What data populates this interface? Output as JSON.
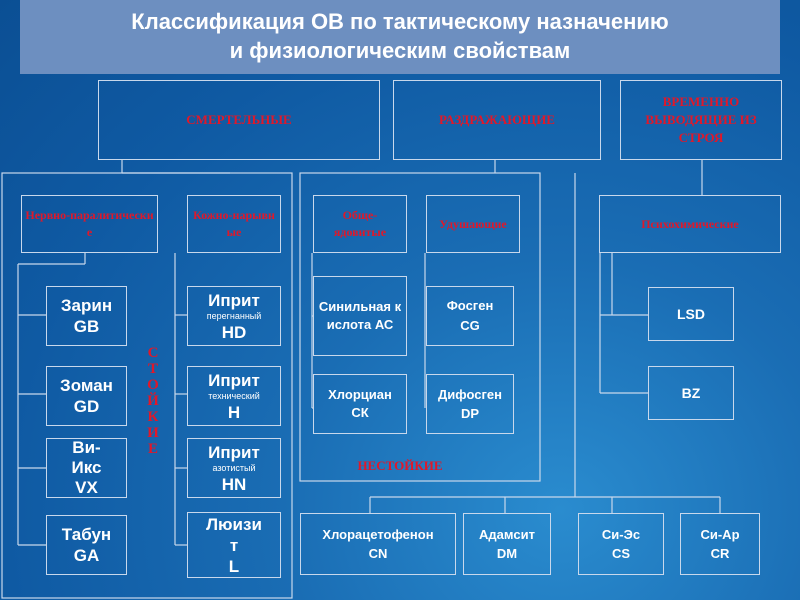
{
  "title": {
    "line1": "Классификация ОВ по тактическому назначению",
    "line2": "и физиологическим свойствам"
  },
  "categories": {
    "deadly": "СМЕРТЕЛЬНЫЕ",
    "irritating": "РАЗДРАЖАЮЩИЕ",
    "temporary": "ВРЕМЕННО ВЫВОДЯЩИЕ ИЗ СТРОЯ"
  },
  "subcategories": {
    "nerve": "Нервно-паралитические",
    "blister": "Кожно-нарывные",
    "general": "Обще-ядовитые",
    "choking": "Удушающие",
    "psycho": "Психохимические"
  },
  "agents": {
    "sarin": [
      "Зарин",
      "GB"
    ],
    "soman": [
      "Зоман",
      "GD"
    ],
    "vx": [
      "Ви-",
      "Икс",
      "VX"
    ],
    "tabun": [
      "Табун",
      "GA"
    ],
    "hd": {
      "name": "Иприт",
      "desc": "перегнанный",
      "code": "HD"
    },
    "h": {
      "name": "Иприт",
      "desc": "технический",
      "code": "H"
    },
    "hn": {
      "name": "Иприт",
      "desc": "азотистый",
      "code": "HN"
    },
    "lewisite": [
      "Люизит",
      "L"
    ],
    "ac": "Синильная кислота АС",
    "ck": "Хлорциан СК",
    "cg": [
      "Фосген",
      "CG"
    ],
    "dp": [
      "Дифосген",
      "DP"
    ],
    "lsd": "LSD",
    "bz": "BZ",
    "cn": [
      "Хлорацетофенон",
      "CN"
    ],
    "dm": [
      "Адамсит",
      "DM"
    ],
    "cs": [
      "Си-Эс",
      "CS"
    ],
    "cr": [
      "Си-Ар",
      "CR"
    ]
  },
  "labels": {
    "persistent": "СТОЙКИЕ",
    "nonpersistent": "НЕСТОЙКИЕ"
  },
  "colors": {
    "title_bg": "#6d8fc0",
    "label_red": "#e0182a",
    "line": "#c8d8ec",
    "bg": "#1a6db4"
  }
}
